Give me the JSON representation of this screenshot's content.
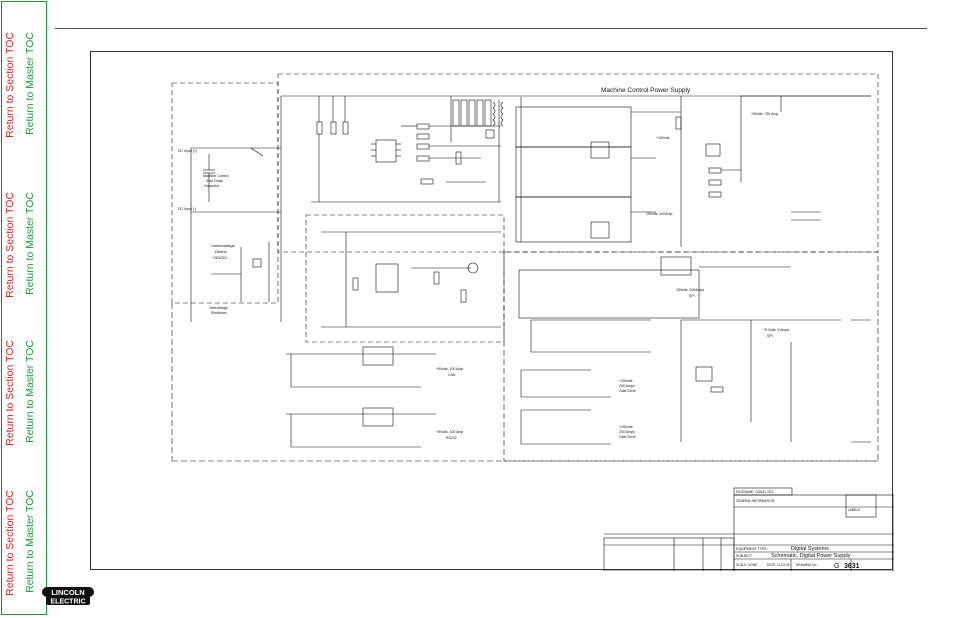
{
  "sidebar": {
    "groups": [
      {
        "section": "Return to Section TOC",
        "master": "Return to Master TOC"
      },
      {
        "section": "Return to Section TOC",
        "master": "Return to Master TOC"
      },
      {
        "section": "Return to Section TOC",
        "master": "Return to Master TOC"
      },
      {
        "section": "Return to Section TOC",
        "master": "Return to Master TOC"
      }
    ]
  },
  "schematic": {
    "title": "Machine Control Power Supply",
    "labels": {
      "dc_input_pos": "DC Input (+)",
      "dc_input_neg": "DC Input (-)",
      "shut_down": [
        "Machine Control",
        "Shut Down",
        "Capacitor"
      ],
      "undervoltage": [
        "Undervoltage",
        "Detect",
        "+30VDC"
      ],
      "overvoltage": [
        "Overvoltage",
        "Shutdown"
      ],
      "out_5v_75": "+5Volts, 750 Amp",
      "out_15v_a": "+15Volts",
      "out_15v_b": "15Volts, 100Amp",
      "out_15v_spi": [
        "15Volts, 200Amps",
        "SPI"
      ],
      "out_5v_spi": [
        "+5 Volts, 5 Amps",
        "SPI"
      ],
      "out_5v_can": [
        "+5Volts, 100 Amp",
        "CAN"
      ],
      "out_5v_rs232": [
        "+5Volts, 100 Amp",
        "RS232"
      ],
      "gate_drive_1": [
        "+15Volts",
        "200 Amps",
        "Gate Drive"
      ],
      "gate_drive_2": [
        "+15Volts",
        "200 Amps",
        "Gate Drive"
      ]
    }
  },
  "title_block": {
    "filename": "FILENAME: G3631-2D2",
    "general_info": "GENERAL INFORMATION",
    "labels_heading": "LABELS",
    "equipment_type_label": "EQUIPMENT TYPE:",
    "equipment_type": "Digital Systems",
    "subject_label": "SUBJECT:",
    "subject": "Schematic, Digital Power Supply",
    "scale_label": "SCALE: NONE",
    "date_label": "DATE: 11-03-99",
    "drawing_label": "DRAWING No.:",
    "drawing_prefix": "G",
    "drawing_no": "3631"
  },
  "logo": {
    "top": "LINCOLN",
    "bottom": "ELECTRIC"
  },
  "colors": {
    "section_toc": "#e0261f",
    "master_toc": "#1f9a3a",
    "ink": "#111111"
  }
}
